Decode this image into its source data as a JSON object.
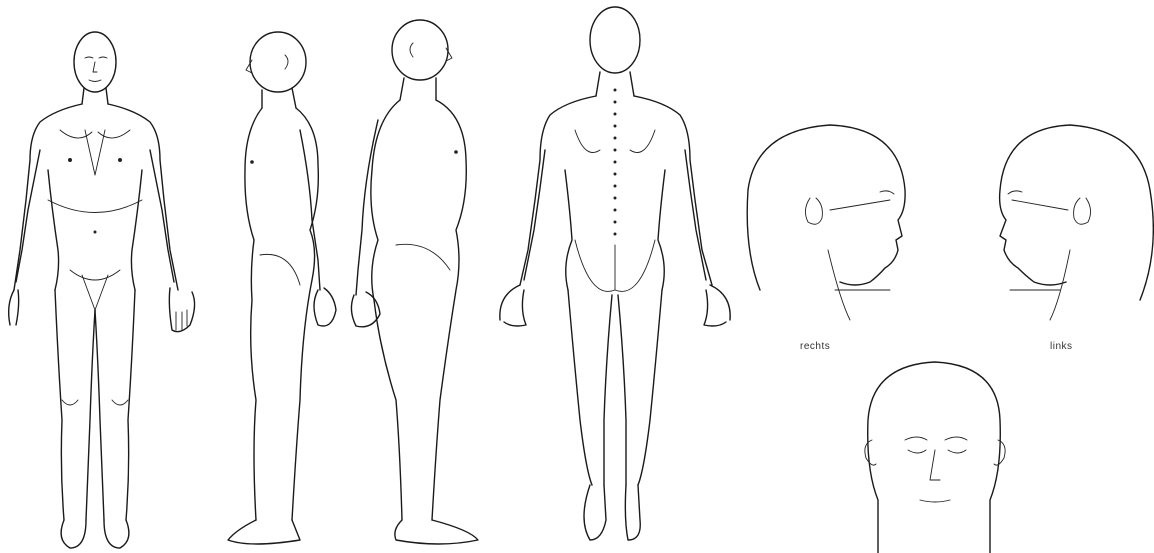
{
  "captions": {
    "right_profile": "rechts",
    "left_profile": "links"
  },
  "colors": {
    "line": "#1a1a1a",
    "background": "#ffffff"
  },
  "views": [
    "front-body",
    "right-side-body",
    "left-side-body",
    "back-body",
    "head-right-profile",
    "head-left-profile",
    "head-front"
  ]
}
